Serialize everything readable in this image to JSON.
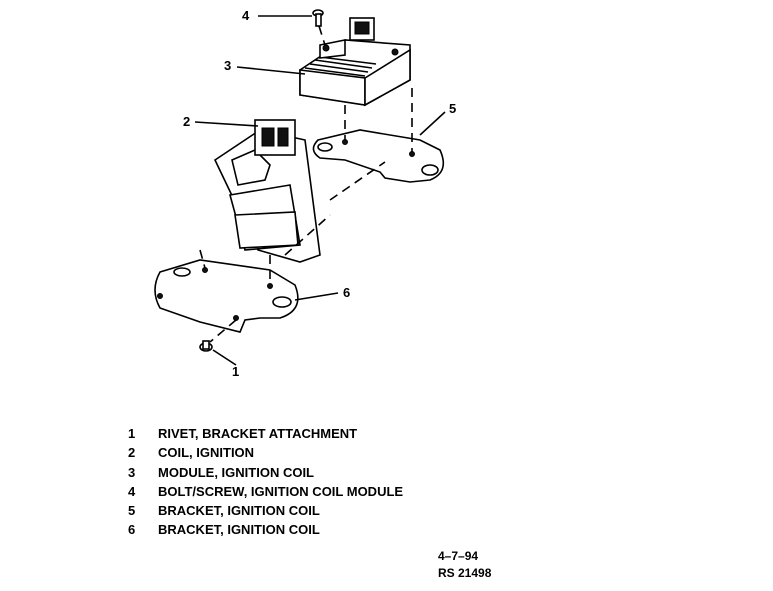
{
  "callouts": [
    "4",
    "3",
    "2",
    "5",
    "6",
    "1"
  ],
  "legend": [
    {
      "num": "1",
      "text": "RIVET, BRACKET ATTACHMENT"
    },
    {
      "num": "2",
      "text": "COIL, IGNITION"
    },
    {
      "num": "3",
      "text": "MODULE, IGNITION COIL"
    },
    {
      "num": "4",
      "text": "BOLT/SCREW, IGNITION COIL MODULE"
    },
    {
      "num": "5",
      "text": "BRACKET, IGNITION COIL"
    },
    {
      "num": "6",
      "text": "BRACKET, IGNITION COIL"
    }
  ],
  "footer": {
    "date": "4–7–94",
    "ref": "RS 21498"
  }
}
